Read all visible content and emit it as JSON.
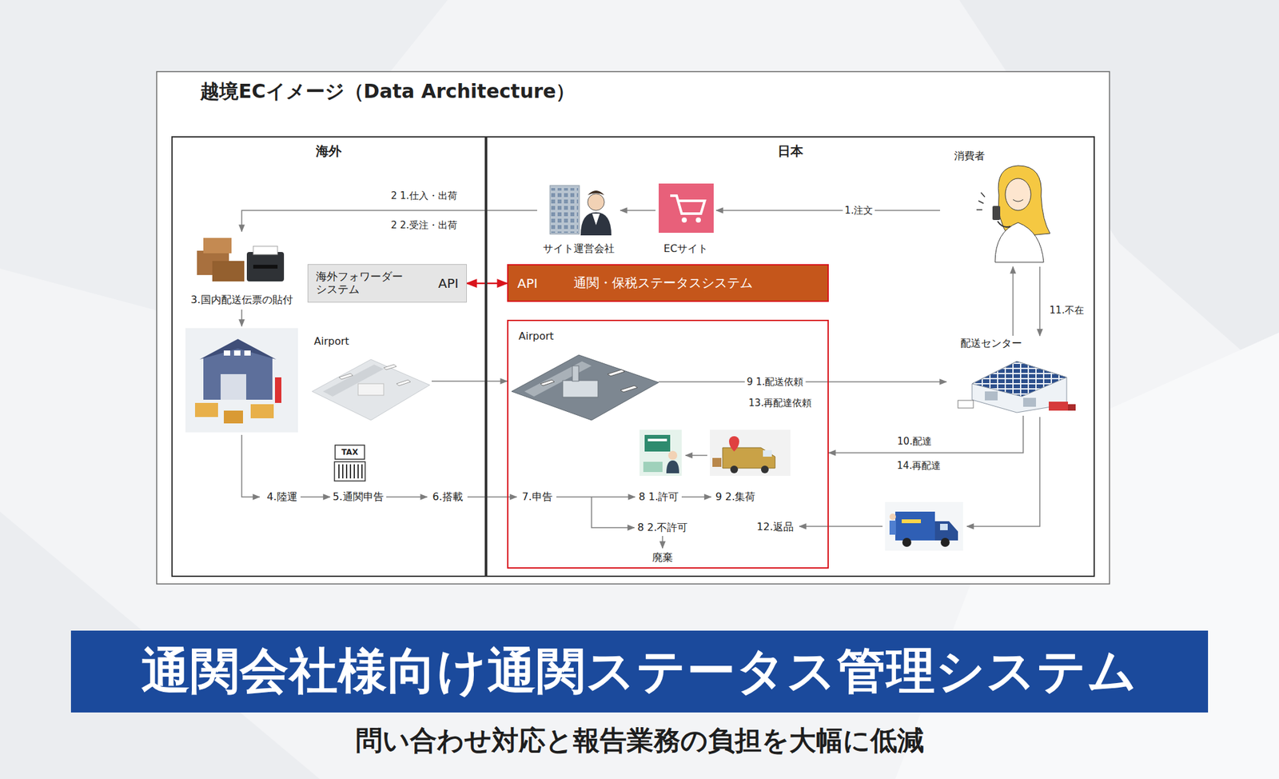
{
  "diagram": {
    "title": "通関会社様向け通関ステータス管理システム",
    "caption": "問い合わせ対応と報告業務の負担を大幅に低減",
    "nodes": [
      {
        "text": [
          "海外"
        ]
      },
      {
        "text": [
          "3.国内配送伝票の貼付"
        ],
        "in": 0
      },
      {
        "text": [
          "海外フォワーダー システム",
          "API"
        ],
        "in": 0
      },
      {
        "text": [
          "Airport"
        ],
        "in": 0
      },
      {
        "text": [
          "日本"
        ]
      },
      {
        "text": [
          "消費者"
        ],
        "in": 4
      },
      {
        "text": [
          "サイト運営会社"
        ],
        "in": 4
      },
      {
        "text": [
          "ECサイト"
        ],
        "in": 4
      },
      {
        "text": [
          "API",
          "通関・保税ステータスシステム"
        ],
        "in": 4
      },
      {
        "text": [
          "Airport"
        ],
        "in": 4
      },
      {
        "text": [
          "配送センター"
        ],
        "in": 4
      }
    ],
    "edges": [
      {
        "from": 5,
        "to": 7,
        "label": "1.注文",
        "arrow": "to"
      },
      {
        "from": 7,
        "to": 6,
        "arrow": "to"
      },
      {
        "from": 6,
        "to": 1,
        "label": "2 1.仕入・出荷",
        "arrow": "to"
      },
      {
        "from": 2,
        "to": 8,
        "arrow": "both"
      },
      {
        "from": 3,
        "to": 9,
        "arrow": "to"
      },
      {
        "from": 9,
        "to": 10,
        "label": "9 1.配送依頼",
        "arrow": "to"
      },
      {
        "from": 10,
        "to": 5,
        "arrow": "to"
      },
      {
        "from": 5,
        "to": 10,
        "label": "11.不在",
        "arrow": "to"
      },
      {
        "from": 10,
        "to": 9,
        "label": "10.配達",
        "arrow": "to"
      }
    ],
    "labels": [
      "越境ECイメージ（Data Architecture）",
      "2 2.受注・出荷",
      "TAX",
      "4.陸運",
      "5.通関申告",
      "6.搭載",
      "7.申告",
      "8 1.許可",
      "9 2.集荷",
      "8 2.不許可",
      "廃棄",
      "12.返品",
      "13.再配達依頼",
      "14.再配達"
    ]
  }
}
